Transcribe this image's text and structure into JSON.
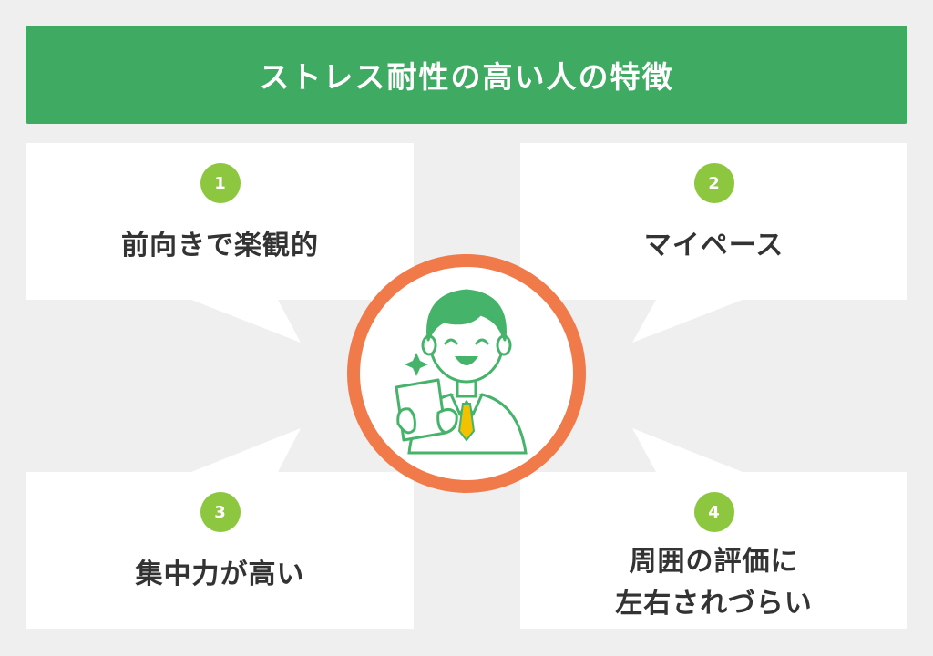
{
  "title": "ストレス耐性の高い人の特徴",
  "items": [
    {
      "number": "1",
      "lines": [
        "前向きで楽観的"
      ]
    },
    {
      "number": "2",
      "lines": [
        "マイペース"
      ]
    },
    {
      "number": "3",
      "lines": [
        "集中力が高い"
      ]
    },
    {
      "number": "4",
      "lines": [
        "周囲の評価に",
        "左右されづらい"
      ]
    }
  ],
  "colors": {
    "header": "#3eaa62",
    "badge": "#8dc63f",
    "ring": "#f07a4a",
    "character_hair": "#45b36a",
    "tie": "#f2c200",
    "background": "#efefef"
  }
}
